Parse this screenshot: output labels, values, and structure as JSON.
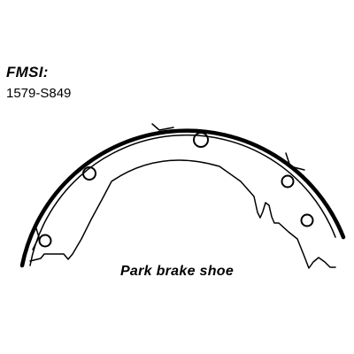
{
  "spec": {
    "heading": "FMSI:",
    "part_number": "1579-S849"
  },
  "caption": "Park brake shoe",
  "colors": {
    "line": "#000000",
    "background": "#ffffff"
  }
}
